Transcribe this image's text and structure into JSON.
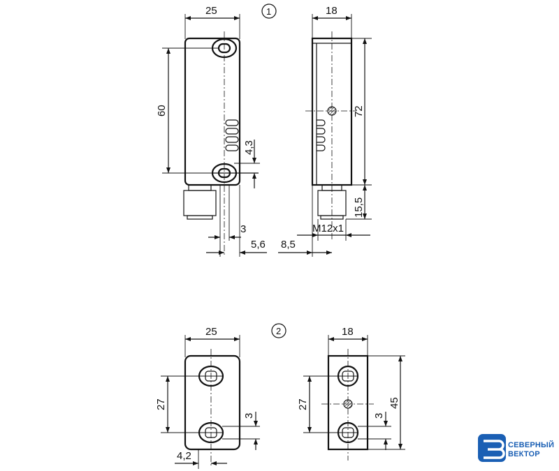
{
  "markers": {
    "view1": "1",
    "view2": "2"
  },
  "view1": {
    "front": {
      "width": "25",
      "hole_spacing": "60",
      "hole_offset": "4,3",
      "depth_small": "3",
      "depth_large": "5,6"
    },
    "side": {
      "width": "18",
      "length": "72",
      "connector_len": "15,5",
      "connector_offset": "8,5",
      "thread": "M12x1"
    }
  },
  "view2": {
    "front": {
      "width": "25",
      "hole_spacing": "27",
      "hole_offset": "3",
      "bottom_offset": "4,2"
    },
    "side": {
      "width": "18",
      "hole_spacing": "27",
      "hole_offset": "3",
      "length": "45"
    }
  },
  "logo": {
    "line1": "СЕВЕРНЫЙ",
    "line2": "ВЕКТОР",
    "color": "#1a5fb4"
  }
}
